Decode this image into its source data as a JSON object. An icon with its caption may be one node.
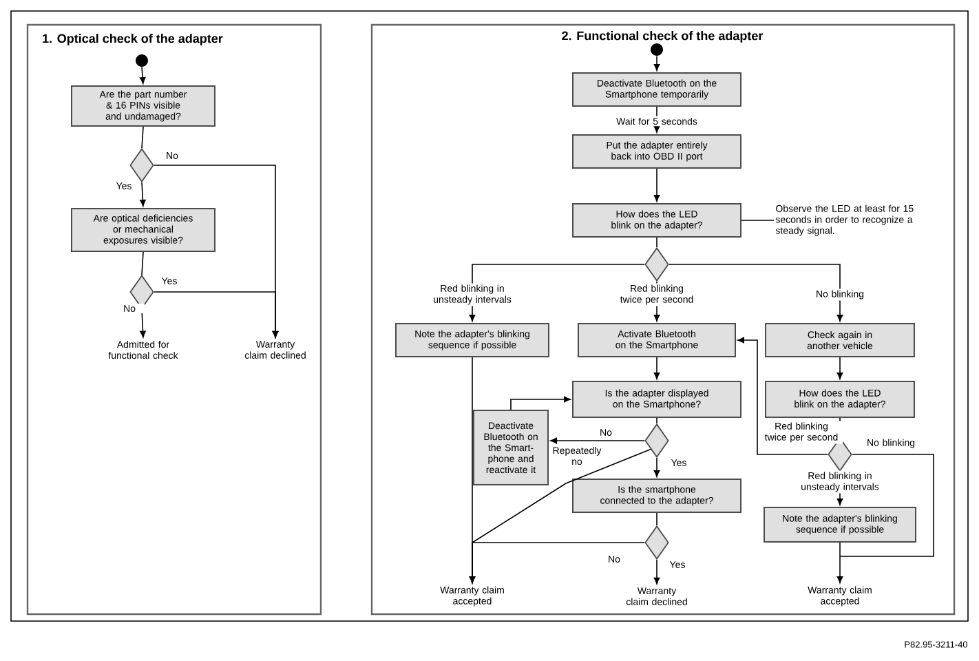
{
  "diagram": {
    "nodes": [
      {
        "text": [
          "1. Optical check of the adapter"
        ]
      },
      {
        "text": [],
        "shape": "circle",
        "in": 0
      },
      {
        "text": [
          "Are the part number & 16 PINs visible and undamaged?"
        ],
        "in": 0
      },
      {
        "text": [],
        "shape": "diamond",
        "in": 0
      },
      {
        "text": [
          "Are optical deficiencies or mechanical exposures visible?"
        ],
        "in": 0
      },
      {
        "text": [],
        "shape": "diamond",
        "in": 0
      },
      {
        "text": [
          "Admitted for functional check"
        ],
        "in": 0
      },
      {
        "text": [
          "Warranty claim declined"
        ],
        "in": 0
      },
      {
        "text": [
          "2. Functional check of the adapter"
        ]
      },
      {
        "text": [],
        "shape": "circle",
        "in": 8
      },
      {
        "text": [
          "Deactivate Bluetooth on the Smartphone temporarily"
        ],
        "in": 8
      },
      {
        "text": [
          "Put the adapter entirely back into OBD II port"
        ],
        "in": 8
      },
      {
        "text": [
          "How does the LED blink on the adapter?"
        ],
        "in": 8
      },
      {
        "text": [
          "Observe the LED at least for 15 seconds in order to recognize a steady signal."
        ],
        "in": 8
      },
      {
        "text": [],
        "shape": "diamond",
        "in": 8
      },
      {
        "text": [
          "Note the adapter's blinking sequence if possible"
        ],
        "in": 8
      },
      {
        "text": [
          "Activate Bluetooth on the Smartphone"
        ],
        "in": 8
      },
      {
        "text": [
          "Check again in another vehicle"
        ],
        "in": 8
      },
      {
        "text": [
          "Is the adapter displayed on the Smartphone?"
        ],
        "in": 8
      },
      {
        "text": [
          "How does the LED blink on the adapter?"
        ],
        "in": 8
      },
      {
        "text": [
          "Deactivate Bluetooth on the Smart-phone and reactivate it"
        ],
        "in": 8
      },
      {
        "text": [],
        "shape": "diamond",
        "in": 8
      },
      {
        "text": [],
        "shape": "diamond",
        "in": 8
      },
      {
        "text": [
          "Is the smartphone connected to the adapter?"
        ],
        "in": 8
      },
      {
        "text": [
          "Note the adapter's blinking sequence if possible"
        ],
        "in": 8
      },
      {
        "text": [],
        "shape": "diamond",
        "in": 8
      },
      {
        "text": [
          "Warranty claim accepted"
        ],
        "in": 8
      },
      {
        "text": [
          "Warranty claim declined"
        ],
        "in": 8
      },
      {
        "text": [
          "Warranty claim accepted"
        ],
        "in": 8
      }
    ],
    "edges": [
      {
        "from": 1,
        "to": 2,
        "arrow": "to"
      },
      {
        "from": 2,
        "to": 3,
        "arrow": "none"
      },
      {
        "from": 3,
        "to": 4,
        "arrow": "to",
        "label": "Yes"
      },
      {
        "from": 3,
        "to": 7,
        "arrow": "to",
        "label": "No"
      },
      {
        "from": 4,
        "to": 5,
        "arrow": "none"
      },
      {
        "from": 5,
        "to": 6,
        "arrow": "to",
        "label": "No"
      },
      {
        "from": 5,
        "to": 7,
        "arrow": "to",
        "label": "Yes"
      },
      {
        "from": 9,
        "to": 10,
        "arrow": "to"
      },
      {
        "from": 10,
        "to": 11,
        "arrow": "to",
        "label": "Wait for 5 seconds"
      },
      {
        "from": 11,
        "to": 12,
        "arrow": "to"
      },
      {
        "from": 12,
        "to": 13,
        "arrow": "none"
      },
      {
        "from": 12,
        "to": 14,
        "arrow": "none"
      },
      {
        "from": 14,
        "to": 15,
        "arrow": "to",
        "label": "Red blinking in unsteady intervals"
      },
      {
        "from": 14,
        "to": 16,
        "arrow": "to",
        "label": "Red blinking twice per second"
      },
      {
        "from": 14,
        "to": 17,
        "arrow": "to",
        "label": "No blinking"
      },
      {
        "from": 15,
        "to": 26,
        "arrow": "to"
      },
      {
        "from": 16,
        "to": 18,
        "arrow": "to"
      },
      {
        "from": 17,
        "to": 19,
        "arrow": "to"
      },
      {
        "from": 18,
        "to": 21,
        "arrow": "none"
      },
      {
        "from": 21,
        "to": 20,
        "arrow": "to",
        "label": "No"
      },
      {
        "from": 20,
        "to": 18,
        "arrow": "to"
      },
      {
        "from": 21,
        "to": 23,
        "arrow": "to",
        "label": "Yes"
      },
      {
        "from": 21,
        "to": 26,
        "arrow": "to",
        "label": "Repeatedly no"
      },
      {
        "from": 23,
        "to": 25,
        "arrow": "none"
      },
      {
        "from": 25,
        "to": 27,
        "arrow": "to",
        "label": "Yes"
      },
      {
        "from": 25,
        "to": 26,
        "arrow": "to",
        "label": "No"
      },
      {
        "from": 19,
        "to": 22,
        "arrow": "none"
      },
      {
        "from": 22,
        "to": 16,
        "arrow": "to",
        "label": "Red blinking twice per second"
      },
      {
        "from": 22,
        "to": 24,
        "arrow": "to",
        "label": "Red blinking in unsteady intervals"
      },
      {
        "from": 22,
        "to": 28,
        "arrow": "to",
        "label": "No blinking"
      },
      {
        "from": 24,
        "to": 28,
        "arrow": "to"
      }
    ],
    "labels": [
      "P82.95-3211-40"
    ]
  }
}
